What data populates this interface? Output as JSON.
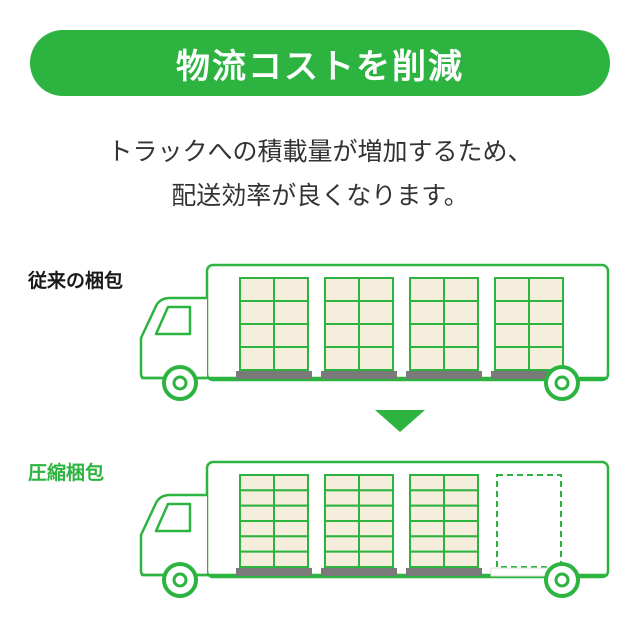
{
  "colors": {
    "accent": "#2db340",
    "box_fill": "#f6eedc",
    "pallet": "#7a7a7a",
    "text": "#333333",
    "arrow": "#2db340"
  },
  "banner": {
    "title": "物流コストを削減"
  },
  "description": {
    "line1": "トラックへの積載量が増加するため、",
    "line2": "配送効率が良くなります。"
  },
  "rows": [
    {
      "label": "従来の梱包",
      "label_color": "#1a1a1a",
      "box_rows_per_pallet": 4,
      "filled_pallets": 4,
      "empty_slots": 0
    },
    {
      "label": "圧縮梱包",
      "label_color": "#2db340",
      "box_rows_per_pallet": 6,
      "filled_pallets": 3,
      "empty_slots": 1
    }
  ],
  "icons": {
    "arrow": "down-triangle-icon",
    "truck": "truck-icon",
    "empty_slot": "dashed-empty-pallet-icon"
  }
}
